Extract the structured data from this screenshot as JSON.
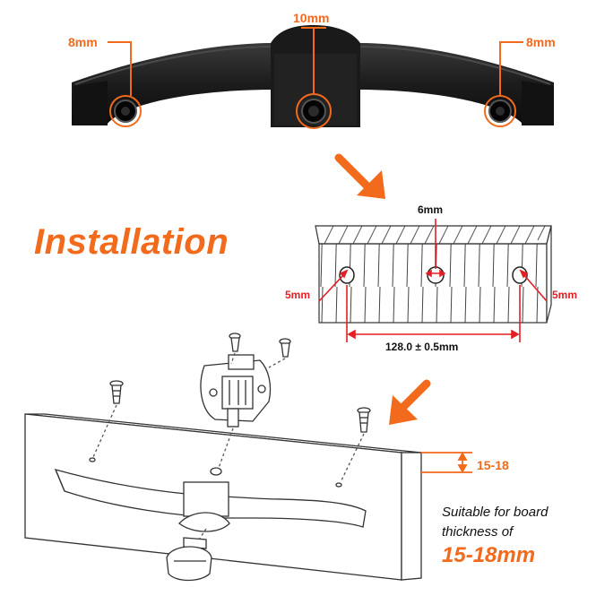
{
  "title": "Installation",
  "handle_dimensions": {
    "center_hole": "10mm",
    "left_hole": "8mm",
    "right_hole": "8mm"
  },
  "drill_template": {
    "hole_diameter": "6mm",
    "left_edge_offset": "5mm",
    "right_edge_offset": "5mm",
    "hole_spacing": "128.0 ± 0.5mm"
  },
  "board": {
    "thickness_label": "15-18",
    "note_line_1": "Suitable for board",
    "note_line_2": "thickness of",
    "note_highlight": "15-18mm"
  },
  "colors": {
    "accent": "#f26a1b",
    "dimension_red": "#e31e24",
    "handle_black": "#141414",
    "line_art": "#333333"
  },
  "icons": [
    "arrow-down-right-icon",
    "arrow-down-left-icon"
  ]
}
